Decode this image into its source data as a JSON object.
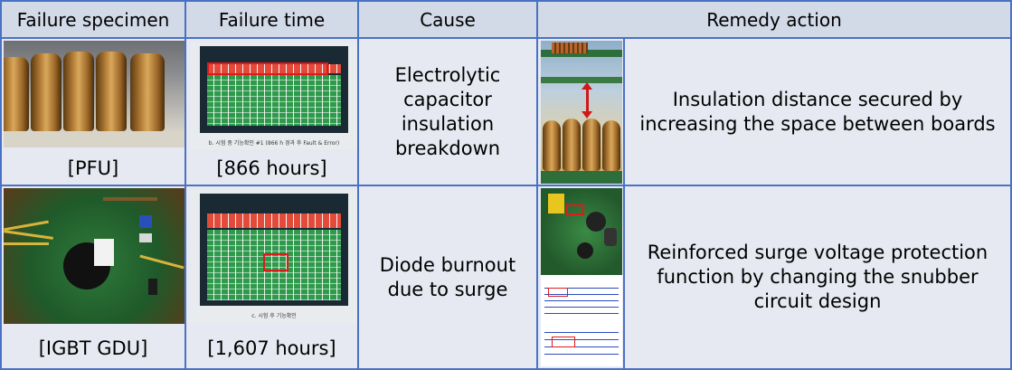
{
  "headers": [
    "Failure specimen",
    "Failure time",
    "Cause",
    "Remedy action"
  ],
  "rows": [
    {
      "specimen_caption": "[PFU]",
      "time_caption": "[866 hours]",
      "screen_caption": "b. 시험 중 기능확인 #1 (866 h 경과 후 Fault & Error)",
      "cause": "Electrolytic capacitor insulation breakdown",
      "remedy": "Insulation distance secured by increasing the space between boards"
    },
    {
      "specimen_caption": "[IGBT GDU]",
      "time_caption": "[1,607 hours]",
      "screen_caption": "c. 시험 후 기능확인",
      "cause": "Diode burnout due to surge",
      "remedy": "Reinforced surge voltage protection function by changing the snubber circuit design"
    }
  ],
  "colors": {
    "border": "#4a72c4",
    "header_bg": "#d2d9e7",
    "cell_bg": "#e6e9f1",
    "highlight": "#e01a1a"
  }
}
